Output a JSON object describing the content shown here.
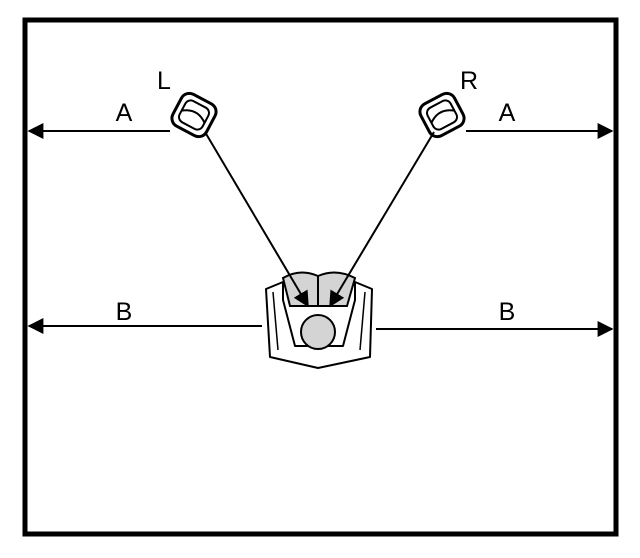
{
  "diagram": {
    "labels": {
      "left_speaker": "L",
      "right_speaker": "R",
      "left_distance_a": "A",
      "right_distance_a": "A",
      "left_distance_b": "B",
      "right_distance_b": "B"
    },
    "colors": {
      "stroke": "#000000",
      "background": "#ffffff",
      "head_fill": "#d4d4d4",
      "speaker_fill": "#ffffff",
      "chair_fill": "#ffffff"
    }
  }
}
